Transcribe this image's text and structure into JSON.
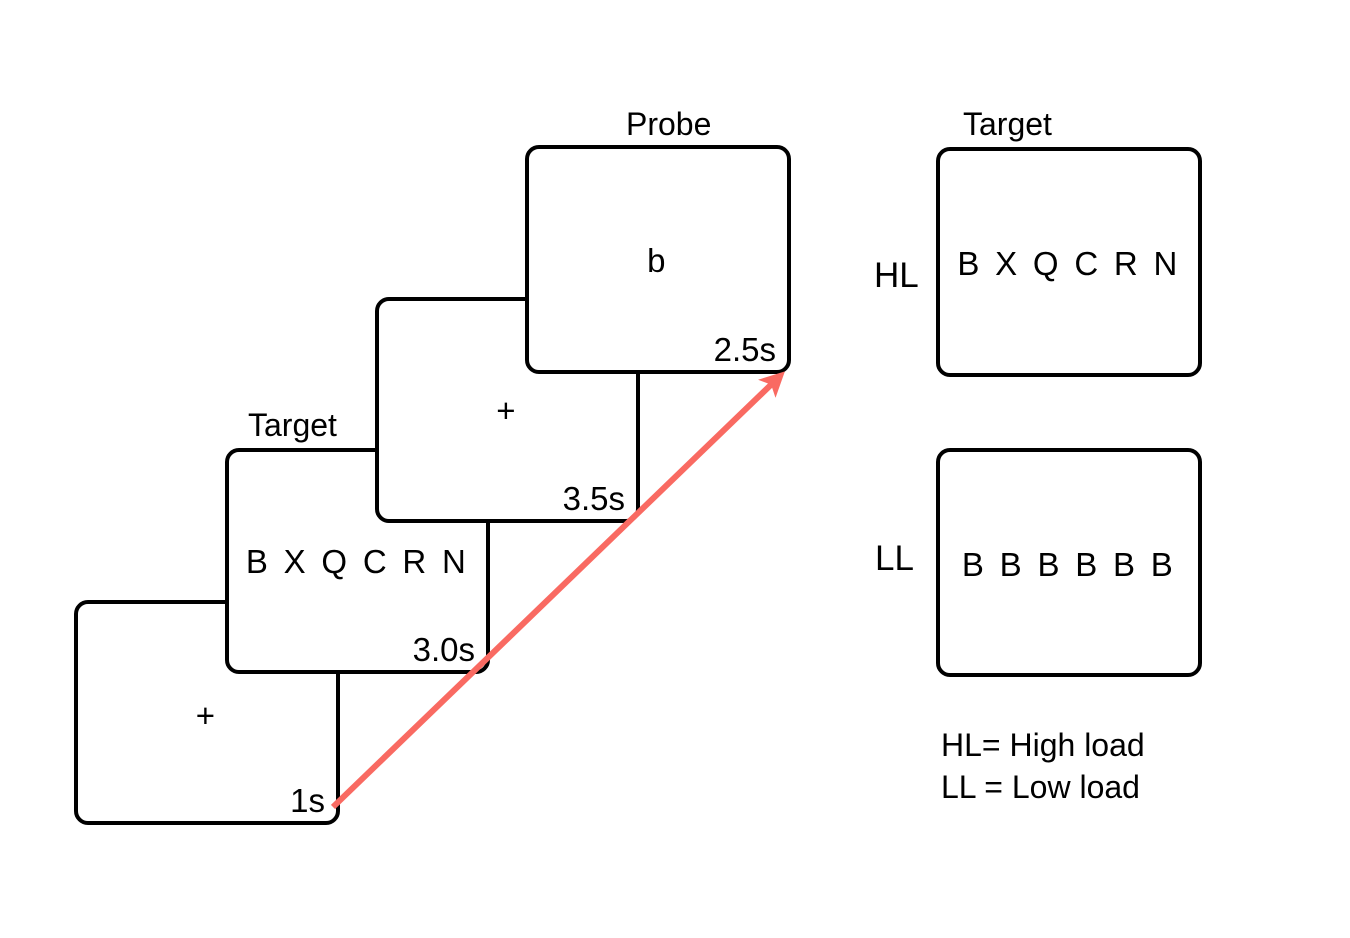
{
  "figure": {
    "type": "experimental-paradigm-diagram",
    "arrow_color": "#F96A62",
    "stroke_color": "#000000",
    "background": "#ffffff"
  },
  "sequence": {
    "cards": [
      {
        "name": "fixation-1",
        "title": "",
        "content": "+",
        "duration": "1s"
      },
      {
        "name": "target",
        "title": "Target",
        "content": "B X Q C R N",
        "duration": "3.0s"
      },
      {
        "name": "fixation-2",
        "title": "",
        "content": "+",
        "duration": "3.5s"
      },
      {
        "name": "probe",
        "title": "Probe",
        "content": "b",
        "duration": "2.5s"
      }
    ]
  },
  "conditions": {
    "title": "Target",
    "items": [
      {
        "label": "HL",
        "content": "B X Q C R N"
      },
      {
        "label": "LL",
        "content": "B B B B B B"
      }
    ]
  },
  "legend": {
    "lines": [
      "HL= High load",
      "LL = Low load"
    ]
  }
}
